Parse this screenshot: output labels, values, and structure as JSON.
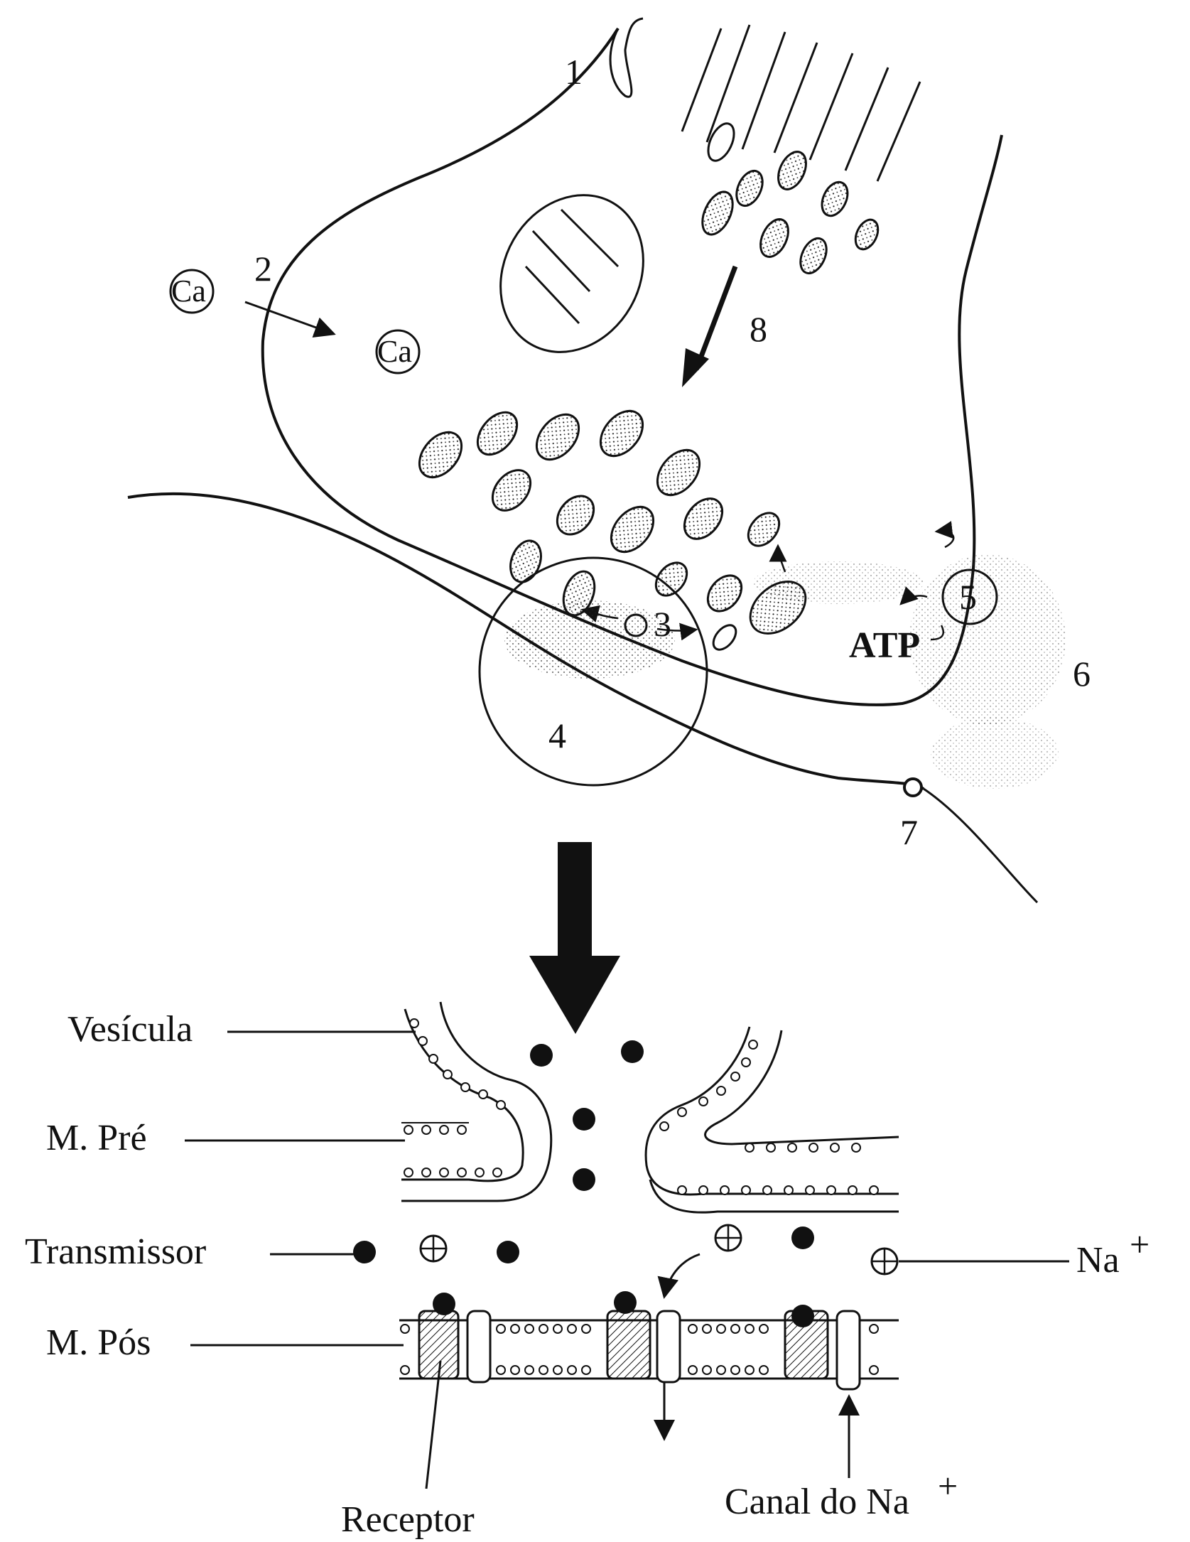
{
  "labels": {
    "n1": "1",
    "n2": "2",
    "n3": "3",
    "n4": "4",
    "n5": "5",
    "n6": "6",
    "n7": "7",
    "n8": "8",
    "ca_out": "Ca",
    "ca_in": "Ca",
    "atp": "ATP"
  },
  "bottom_labels": {
    "vesicula": "Vesícula",
    "m_pre": "M. Pré",
    "transmissor": "Transmissor",
    "m_pos": "M. Pós",
    "na": "Na",
    "na_sup": "+",
    "receptor": "Receptor",
    "canal": "Canal do Na",
    "canal_sup": "+"
  }
}
